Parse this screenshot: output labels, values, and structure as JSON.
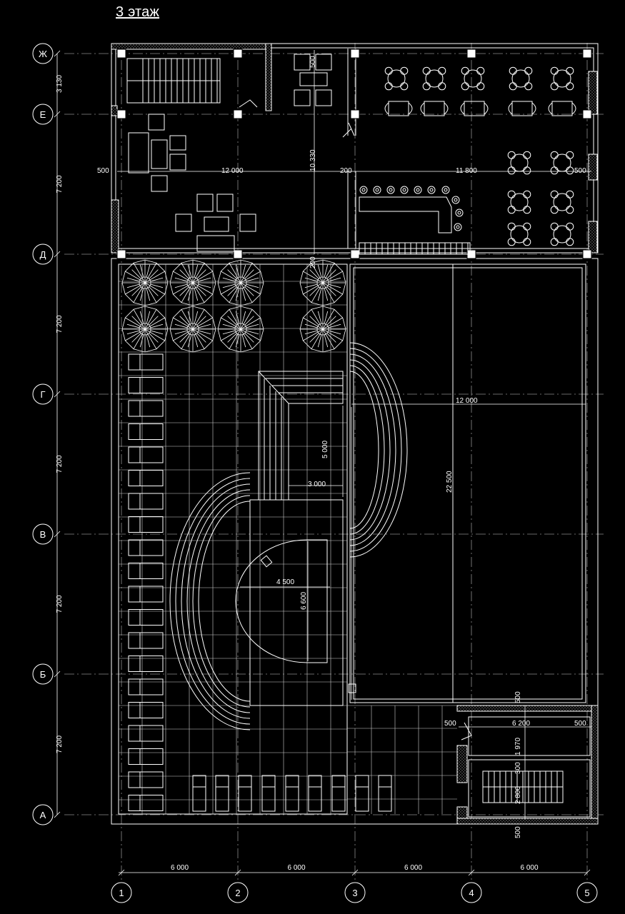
{
  "title": "3 этаж",
  "colors": {
    "background": "#000000",
    "lines": "#ffffff",
    "grid": "#cfcfcf",
    "axis_dash": "#8c8c8c"
  },
  "axes_rows": [
    "Ж",
    "Е",
    "Д",
    "Г",
    "В",
    "Б",
    "А"
  ],
  "axes_cols": [
    "1",
    "2",
    "3",
    "4",
    "5"
  ],
  "row_dimensions": [
    "3 130",
    "7 200",
    "7 200",
    "7 200",
    "7 200",
    "7 200"
  ],
  "col_dimensions": [
    "6 000",
    "6 000",
    "6 000",
    "6 000"
  ],
  "dims": {
    "d500_left": "500",
    "d12000_top": "12 000",
    "d10330": "10 330",
    "d200_mid": "200",
    "d11800": "11 800",
    "d500_right": "500",
    "d500_vert": "500",
    "d200_vert": "200",
    "d12000_right": "12 000",
    "d22500": "22 500",
    "d5000": "5 000",
    "d3000": "3 000",
    "d4500": "4 500",
    "d6600": "6 600",
    "d500_stair_top": "500",
    "d500_stair_left": "500",
    "d6200": "6 200",
    "d500_stair_right": "500",
    "d1970": "1 970",
    "d300": "300",
    "d2800": "2 800",
    "d500_stair_bottom": "500"
  }
}
